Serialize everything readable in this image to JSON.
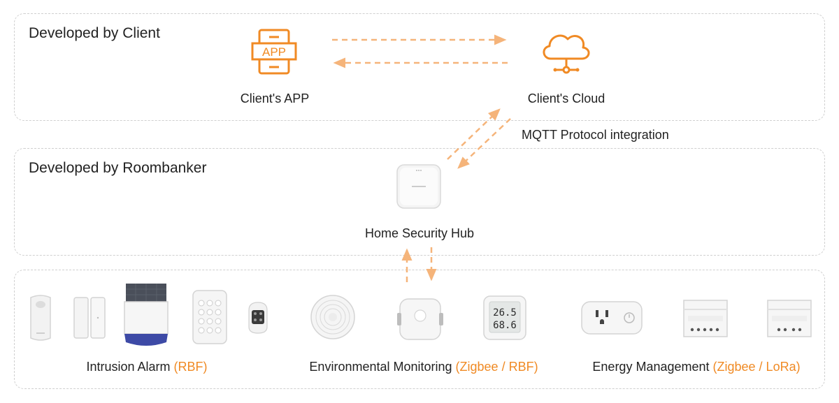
{
  "colors": {
    "accent": "#f08a24",
    "arrow": "#f5b47a",
    "border": "#cfcfcf",
    "text": "#222222"
  },
  "panels": {
    "client": {
      "title": "Developed by Client"
    },
    "roombanker": {
      "title": "Developed by Roombanker"
    }
  },
  "nodes": {
    "app": {
      "label": "Client's APP",
      "icon_text": "APP",
      "icon": "app-icon"
    },
    "cloud": {
      "label": "Client's Cloud",
      "icon": "cloud-icon"
    },
    "hub": {
      "label": "Home Security Hub",
      "icon": "hub-device"
    }
  },
  "links": {
    "mqtt": "MQTT Protocol integration"
  },
  "device_groups": [
    {
      "name": "Intrusion Alarm ",
      "protocol": "(RBF)",
      "devices": [
        "motion-sensor",
        "door-sensor",
        "outdoor-siren",
        "keypad",
        "key-fob"
      ]
    },
    {
      "name": "Environmental Monitoring ",
      "protocol": "(Zigbee / RBF)",
      "devices": [
        "smoke-detector",
        "sensor-button",
        "temp-humidity-sensor"
      ],
      "readings": [
        "26.5",
        "68.6"
      ]
    },
    {
      "name": "Energy Management ",
      "protocol": "(Zigbee / LoRa)",
      "devices": [
        "smart-plug",
        "din-meter-1",
        "din-meter-2"
      ]
    }
  ]
}
